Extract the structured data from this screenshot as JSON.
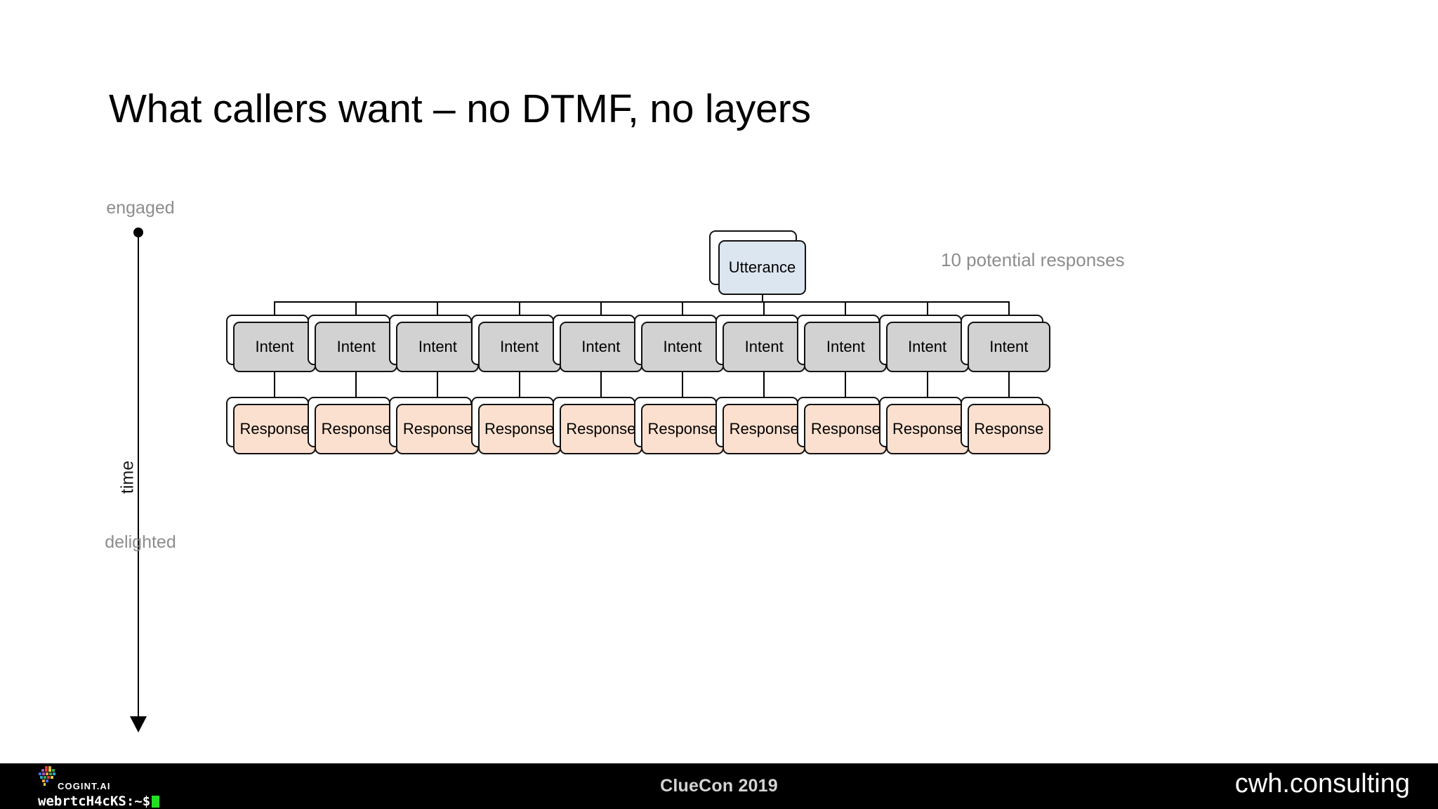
{
  "slide": {
    "title": "What callers want – no DTMF, no layers"
  },
  "axis": {
    "top_label": "engaged",
    "bottom_label": "delighted",
    "rotated_label": "time"
  },
  "diagram": {
    "root": {
      "label": "Utterance",
      "fill": "#dce6f1"
    },
    "annotation": "10 potential responses",
    "intent_label": "Intent",
    "response_label": "Response",
    "intent_fill": "#d2d2d2",
    "response_fill": "#fbe0cf",
    "branch_count": 10,
    "nodes": [
      {
        "intent": "Intent",
        "response": "Response"
      },
      {
        "intent": "Intent",
        "response": "Response"
      },
      {
        "intent": "Intent",
        "response": "Response"
      },
      {
        "intent": "Intent",
        "response": "Response"
      },
      {
        "intent": "Intent",
        "response": "Response"
      },
      {
        "intent": "Intent",
        "response": "Response"
      },
      {
        "intent": "Intent",
        "response": "Response"
      },
      {
        "intent": "Intent",
        "response": "Response"
      },
      {
        "intent": "Intent",
        "response": "Response"
      },
      {
        "intent": "Intent",
        "response": "Response"
      }
    ]
  },
  "footer": {
    "center": "ClueCon 2019",
    "right": "cwh.consulting",
    "logo_word": "COGINT.AI",
    "terminal_prompt": "webrtcH4cKS:~$"
  }
}
